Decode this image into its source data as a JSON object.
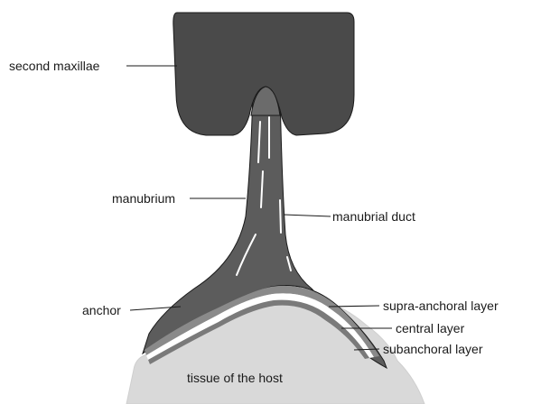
{
  "labels": {
    "second_maxillae": "second maxillae",
    "manubrium": "manubrium",
    "manubrial_duct": "manubrial duct",
    "anchor": "anchor",
    "supra_anchoral_layer": "supra-anchoral layer",
    "central_layer": "central layer",
    "subanchoral_layer": "subanchoral layer",
    "tissue_of_the_host": "tissue of the host"
  },
  "colors": {
    "maxillae_fill": "#4a4a4a",
    "body_fill": "#5c5c5c",
    "supra_anchoral_fill": "#8a8a8a",
    "central_layer_fill": "#ffffff",
    "subanchoral_fill": "#7a7a7a",
    "host_tissue_fill": "#d9d9d9",
    "outline": "#1a1a1a"
  }
}
